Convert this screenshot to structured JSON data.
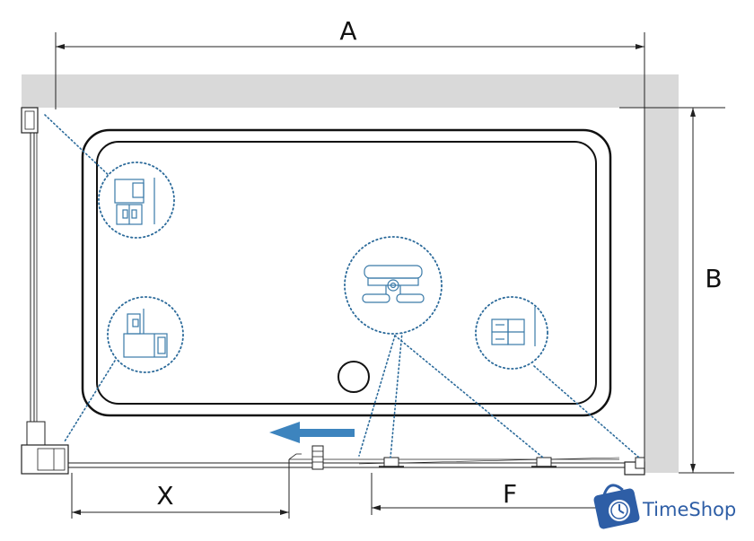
{
  "dimensions": {
    "a": "A",
    "b": "B",
    "x": "X",
    "f": "F"
  },
  "brand": {
    "name": "TimeShop",
    "icon": "clock-bag-icon",
    "color": "#2e5ea6"
  },
  "colors": {
    "wall": "#d9d9d9",
    "detail": "#2b6a9a",
    "arrow": "#3d84be"
  },
  "icons": {
    "direction": "arrow-left-icon",
    "details": [
      "corner-profile-detail",
      "wall-profile-detail",
      "roller-detail",
      "end-profile-detail"
    ]
  }
}
